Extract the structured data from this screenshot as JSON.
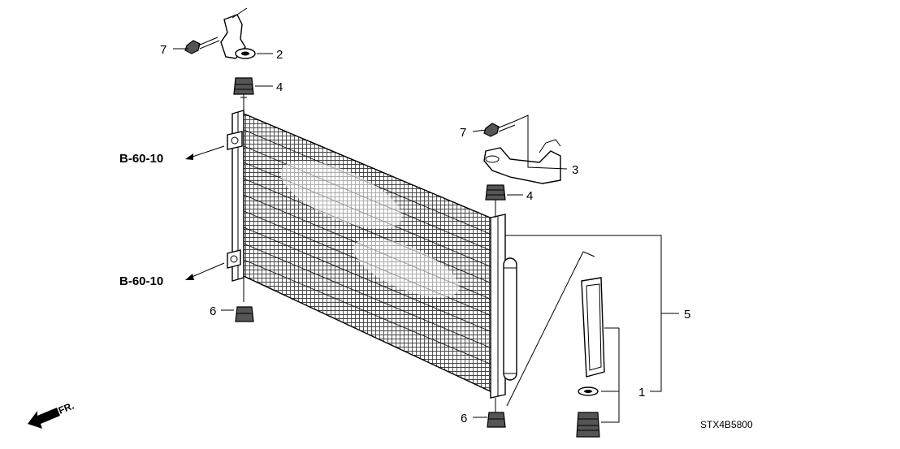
{
  "callouts": [
    {
      "id": "c7a",
      "text": "7"
    },
    {
      "id": "c2",
      "text": "2"
    },
    {
      "id": "c4a",
      "text": "4"
    },
    {
      "id": "c7b",
      "text": "7"
    },
    {
      "id": "c3",
      "text": "3"
    },
    {
      "id": "c4b",
      "text": "4"
    },
    {
      "id": "c5",
      "text": "5"
    },
    {
      "id": "c6a",
      "text": "6"
    },
    {
      "id": "c6b",
      "text": "6"
    },
    {
      "id": "c1",
      "text": "1"
    }
  ],
  "references": [
    {
      "id": "ref-upper",
      "text": "B-60-10"
    },
    {
      "id": "ref-lower",
      "text": "B-60-10"
    }
  ],
  "direction_label": "FR.",
  "diagram_code": "STX4B5800"
}
